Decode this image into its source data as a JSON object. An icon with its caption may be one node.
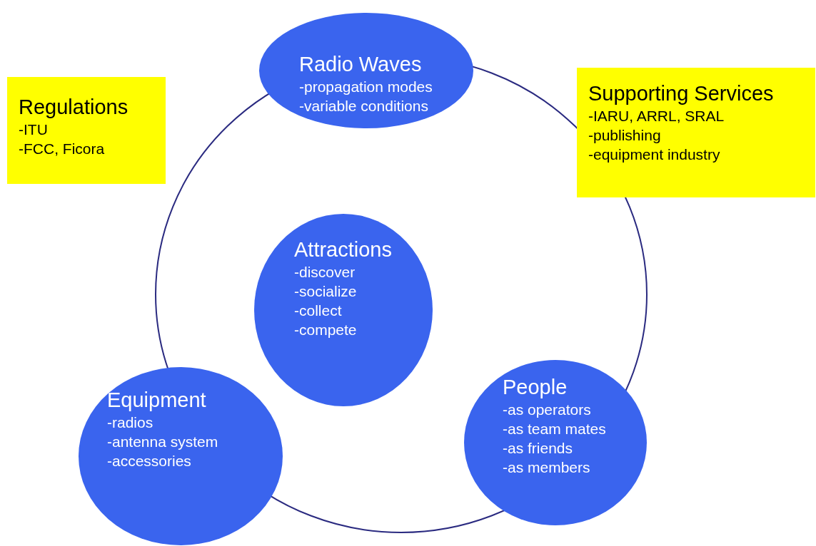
{
  "diagram": {
    "nodes": [
      {
        "text": [
          "Regulations",
          "-ITU",
          "-FCC, Ficora"
        ]
      },
      {
        "text": [
          "Radio Waves",
          "-propagation modes",
          "-variable conditions"
        ]
      },
      {
        "text": [
          "Supporting Services",
          "-IARU, ARRL, SRAL",
          "-publishing",
          "-equipment industry"
        ]
      },
      {
        "text": [
          "Attractions",
          "-discover",
          "-socialize",
          "-collect",
          "-compete"
        ]
      },
      {
        "text": [
          "Equipment",
          "-radios",
          "-antenna system",
          "-accessories"
        ]
      },
      {
        "text": [
          "People",
          "-as operators",
          "-as team mates",
          "-as friends",
          "-as members"
        ]
      }
    ],
    "edges": []
  }
}
